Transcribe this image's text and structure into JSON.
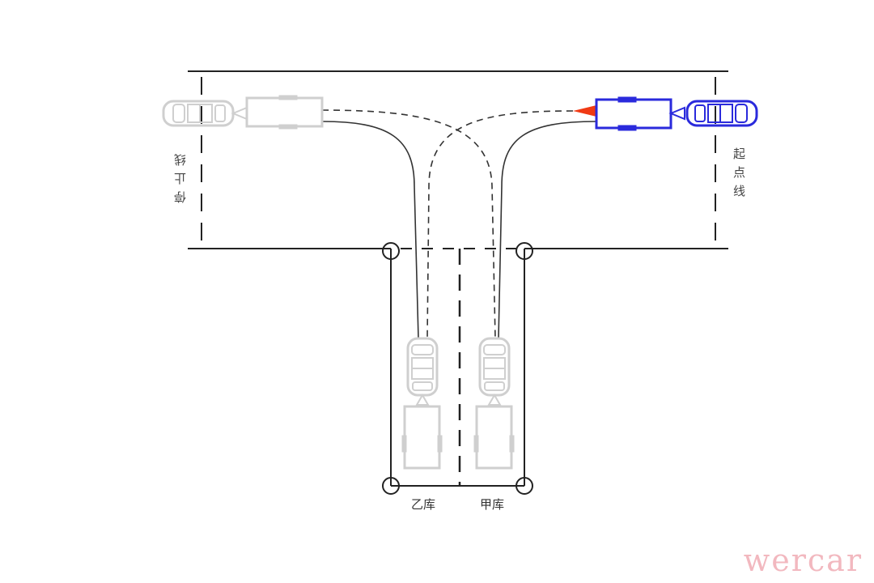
{
  "labels": {
    "stop_line": "停止线",
    "start_line": "起点线",
    "garage_b": "乙库",
    "garage_a": "甲库"
  },
  "watermark": "wercar",
  "colors": {
    "active_vehicle": "#2a2adc",
    "ghost_vehicle": "#cfcfcf",
    "direction_marker": "#f03a14",
    "lines": "#222222"
  }
}
